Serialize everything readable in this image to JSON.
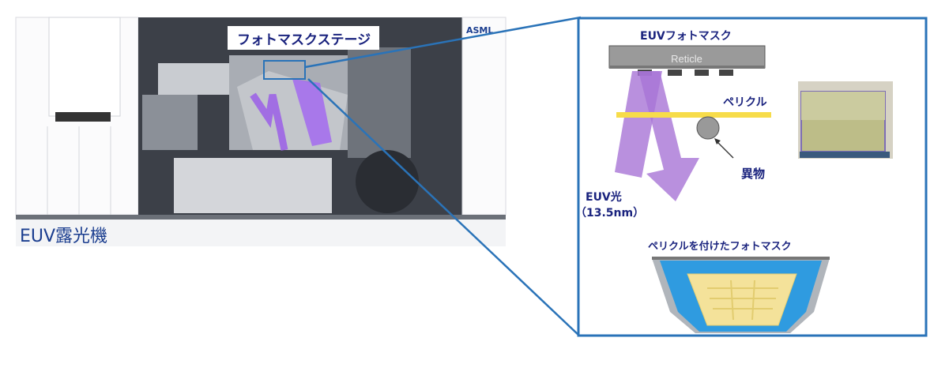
{
  "machine": {
    "caption": "EUV露光機",
    "brand_logo": "ASML",
    "stage_label": "フォトマスクステージ"
  },
  "detail": {
    "photomask_title": "EUVフォトマスク",
    "reticle_label": "Reticle",
    "pellicle_label": "ペリクル",
    "particle_label": "異物",
    "light_label": "EUV光",
    "wavelength_label": "（13.5nm）",
    "mounted_title": "ペリクルを付けたフォトマスク"
  },
  "colors": {
    "frame_blue": "#2a73b8",
    "text_navy": "#1a237e",
    "beam_purple": "#a874d6",
    "pellicle_yellow": "#f7dc4a",
    "frame_cyan": "#2f9be0"
  }
}
